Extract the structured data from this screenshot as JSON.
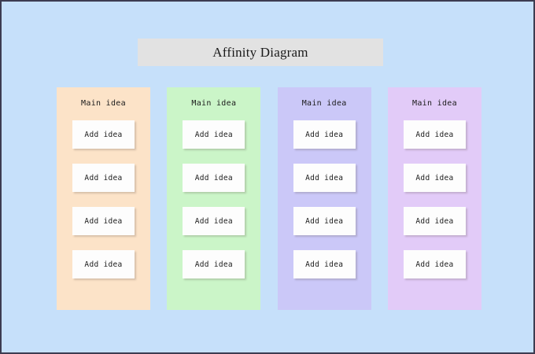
{
  "canvas": {
    "background_color": "#c6e0fa",
    "border_color": "#3c3c50"
  },
  "title": {
    "text": "Affinity Diagram",
    "background_color": "#e2e2e2",
    "text_color": "#1a1a1a"
  },
  "board": {
    "columns": [
      {
        "header": "Main idea",
        "color": "#fce3c8",
        "cards": [
          {
            "label": "Add idea"
          },
          {
            "label": "Add idea"
          },
          {
            "label": "Add idea"
          },
          {
            "label": "Add idea"
          }
        ]
      },
      {
        "header": "Main idea",
        "color": "#cbf5c8",
        "cards": [
          {
            "label": "Add idea"
          },
          {
            "label": "Add idea"
          },
          {
            "label": "Add idea"
          },
          {
            "label": "Add idea"
          }
        ]
      },
      {
        "header": "Main idea",
        "color": "#cbc8f8",
        "cards": [
          {
            "label": "Add idea"
          },
          {
            "label": "Add idea"
          },
          {
            "label": "Add idea"
          },
          {
            "label": "Add idea"
          }
        ]
      },
      {
        "header": "Main idea",
        "color": "#e2cbf8",
        "cards": [
          {
            "label": "Add idea"
          },
          {
            "label": "Add idea"
          },
          {
            "label": "Add idea"
          },
          {
            "label": "Add idea"
          }
        ]
      }
    ]
  }
}
